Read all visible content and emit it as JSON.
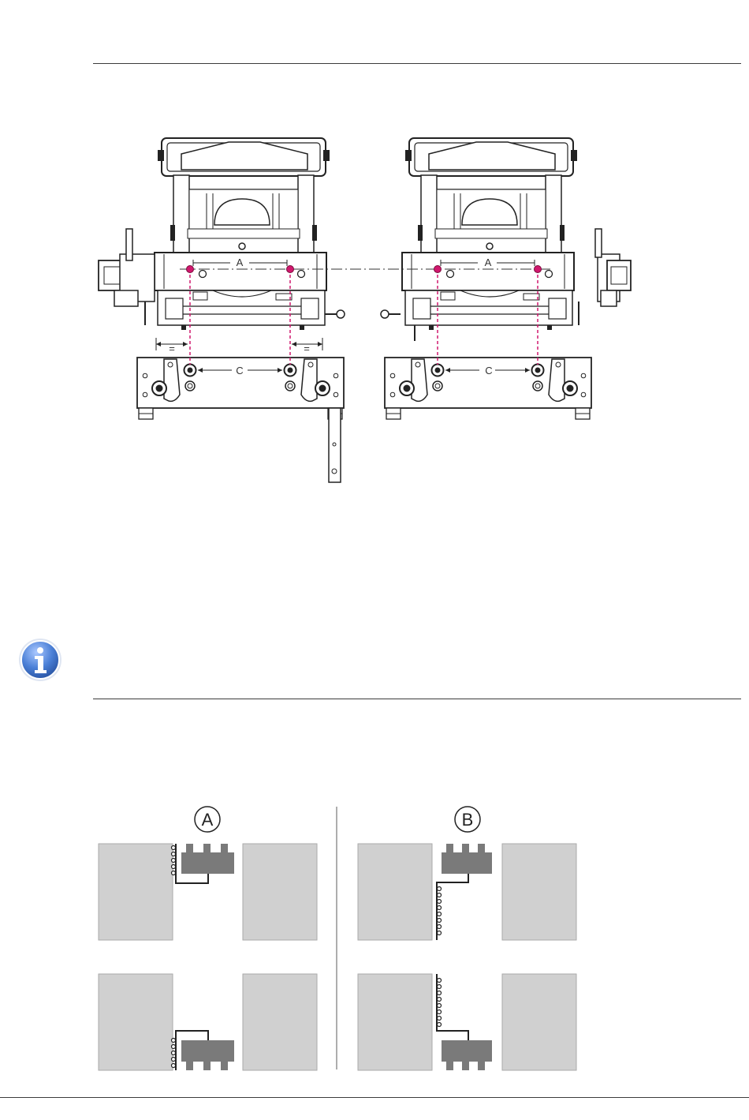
{
  "figure1": {
    "labels": {
      "hole_spacing": "A",
      "plate_spacing": "C",
      "equal_mark": "="
    }
  },
  "figure2": {
    "label_a": "A",
    "label_b": "B"
  },
  "colors": {
    "rule": "#3c3c3c",
    "magenta": "#d0186e",
    "panel": "#d0d0d0",
    "carriage": "#7a7a7a",
    "info_blue": "#4a7fd6"
  },
  "icons": {
    "note": "info-icon"
  }
}
